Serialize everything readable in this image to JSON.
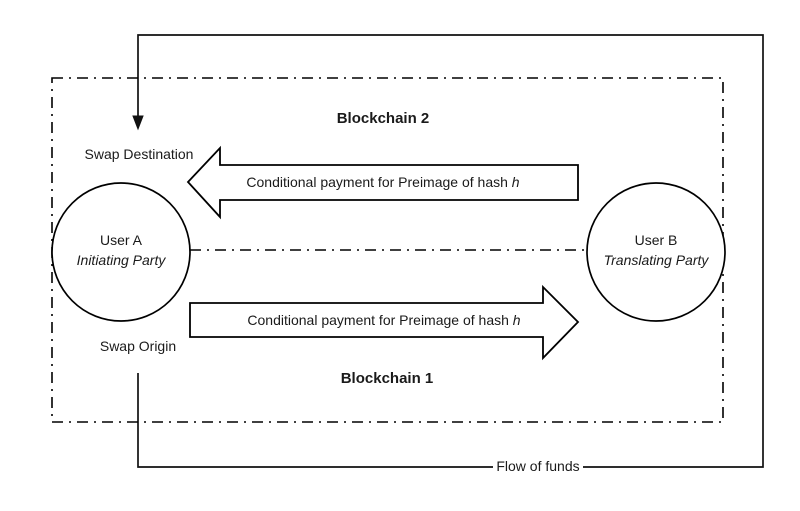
{
  "diagram": {
    "blockchain_top": {
      "label": "Blockchain 2"
    },
    "blockchain_bottom": {
      "label": "Blockchain 1"
    },
    "swap_destination": {
      "label": "Swap Destination"
    },
    "swap_origin": {
      "label": "Swap Origin"
    },
    "user_a": {
      "name": "User A",
      "role": "Initiating Party"
    },
    "user_b": {
      "name": "User B",
      "role": "Translating Party"
    },
    "payment_arrow_top": {
      "text": "Conditional payment for Preimage of hash ",
      "hash_symbol": "h",
      "direction": "left"
    },
    "payment_arrow_bottom": {
      "text": "Conditional payment for Preimage of hash ",
      "hash_symbol": "h",
      "direction": "right"
    },
    "flow_of_funds": {
      "label": "Flow of funds"
    },
    "colors": {
      "line": "#000000",
      "background": "#ffffff",
      "text": "#1a1a1a"
    }
  }
}
